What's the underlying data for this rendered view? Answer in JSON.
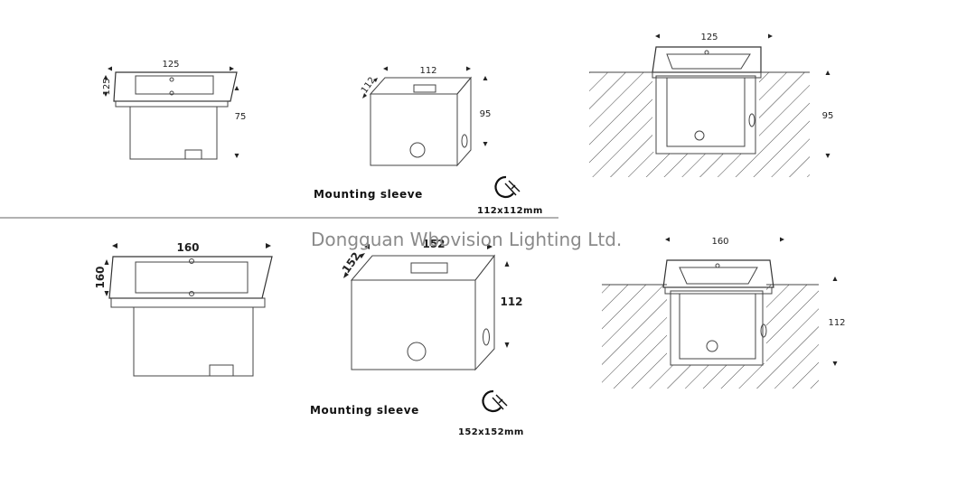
{
  "watermark": "Dongguan Wbovision Lighting Ltd.",
  "row1": {
    "front": {
      "width": "125",
      "depth": "125",
      "height": "75"
    },
    "sleeve": {
      "width": "112",
      "depth": "112",
      "height": "95",
      "caption": "Mounting sleeve",
      "size": "112x112mm"
    },
    "installed": {
      "width": "125",
      "height": "95"
    }
  },
  "row2": {
    "front": {
      "width": "160",
      "depth": "160"
    },
    "sleeve": {
      "width": "152",
      "depth": "152",
      "height": "112",
      "caption": "Mounting sleeve",
      "size": "152x152mm"
    },
    "installed": {
      "width": "160",
      "height": "112"
    }
  },
  "colors": {
    "line": "#444444",
    "divider": "#999999",
    "watermark": "#8a8a8a"
  },
  "icons": [
    "rotate-install-icon",
    "rotate-install-icon"
  ]
}
